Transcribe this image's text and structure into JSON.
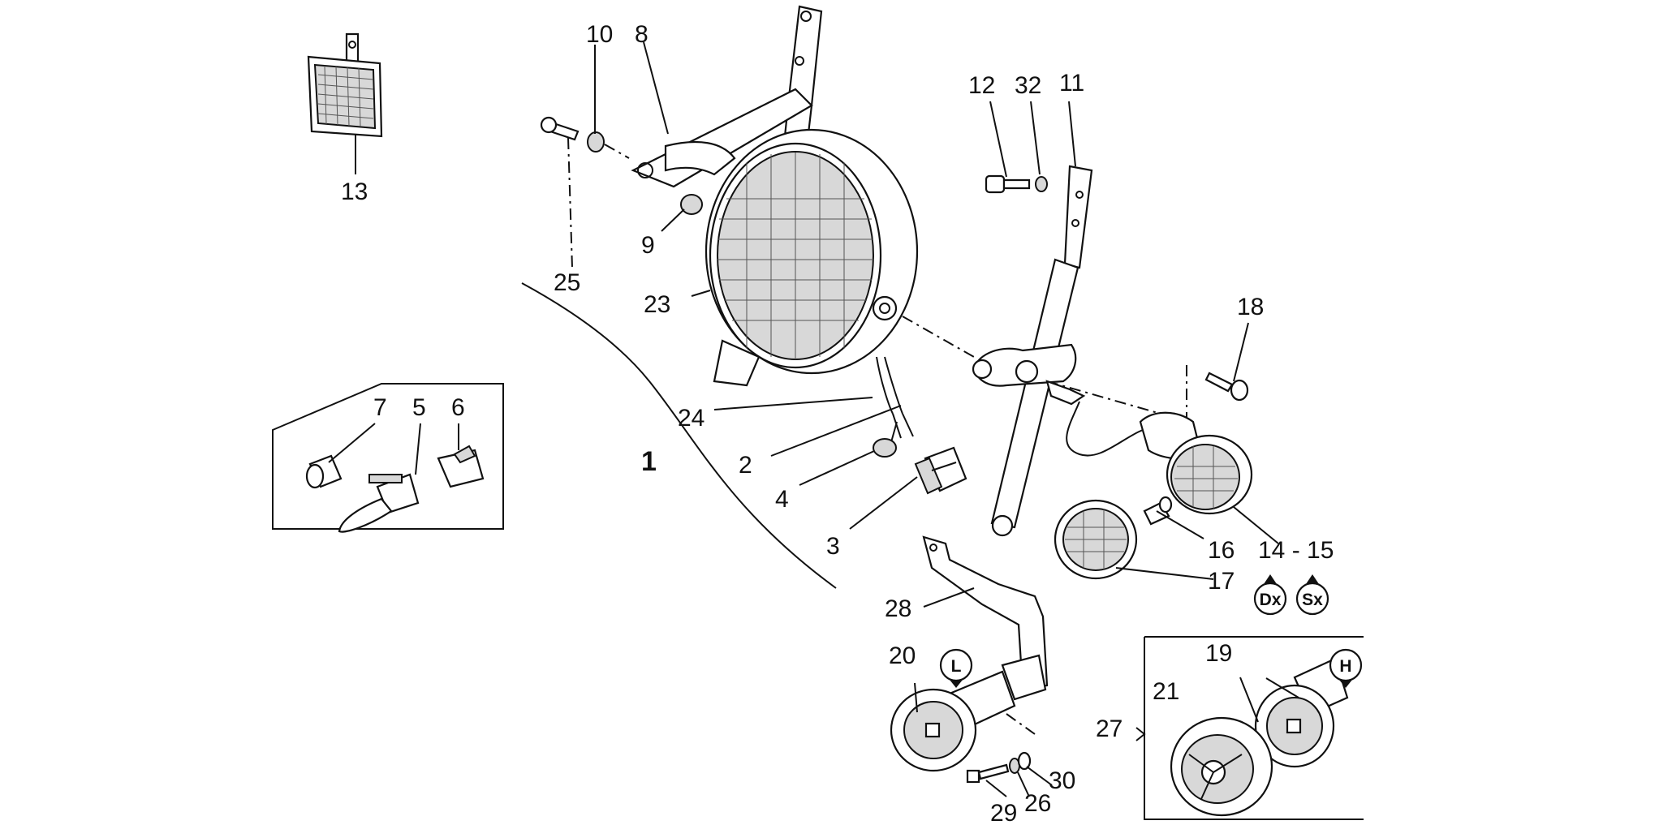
{
  "diagram": {
    "callouts": [
      "1",
      "2",
      "3",
      "4",
      "5",
      "6",
      "7",
      "8",
      "9",
      "10",
      "11",
      "12",
      "13",
      "14 - 15",
      "16",
      "17",
      "18",
      "19",
      "20",
      "21",
      "23",
      "24",
      "25",
      "26",
      "27",
      "28",
      "29",
      "30",
      "32"
    ],
    "side_tags": [
      "Dx",
      "Sx"
    ],
    "horn_tags": [
      "L",
      "H"
    ]
  }
}
